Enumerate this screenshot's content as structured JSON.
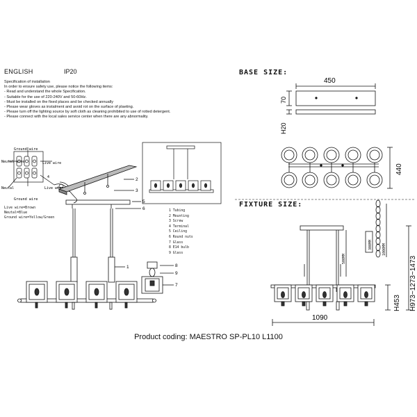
{
  "header": {
    "language": "ENGLISH",
    "ip_rating": "IP20"
  },
  "spec": {
    "lines": [
      "Specification of installation",
      "In order to ensure safety use, please notice the following items:",
      "- Read and understand the whole Specification.",
      "- Suitable for the use of 220-240V and 50-60Hz.",
      "- Must be installed on the fixed places and be checked annually",
      "- Please wear gloves as instalment and avoid rot on the surface of plaeting.",
      "- Please turn off the lighting source by soft cloth as cleaning prohibited to use of rotted detergent.",
      "- Please connect with the local sales service center when there are any abnormality."
    ]
  },
  "wiring": {
    "ground_wire_top": "Ground wire",
    "neutral_wire": "Neutal wire",
    "live_wire": "Live wire",
    "neutral_short": "Neutal",
    "ground_wire_bottom": "Ground wire",
    "legend": [
      "Live wire=Brown",
      "Neutal=Blue",
      "Ground wire=Yellow/Green"
    ]
  },
  "callouts": {
    "main": [
      "1",
      "2",
      "3",
      "4",
      "5",
      "6"
    ],
    "glass": [
      "8",
      "9",
      "7"
    ]
  },
  "parts_list": [
    "1 Tubing",
    "2 Mounting",
    "3 Screw",
    "4 Terminal",
    "5 Ceiling",
    "6 Round nuts",
    "7 Glass",
    "8 E14 bulb",
    "9 Glass"
  ],
  "base_size": {
    "title": "BASE SIZE:",
    "width": "450",
    "height_top": "70",
    "height_side": "H20",
    "depth": "440"
  },
  "fixture_size": {
    "title": "FIXTURE SIZE:",
    "rod": "500MM",
    "chain_short": "300MM",
    "chain_long": "1000MM",
    "width": "1090",
    "height_body": "H453",
    "height_range": "H973~1273~1473"
  },
  "footer": {
    "product_coding": "Product coding: MAESTRO SP-PL10 L1100"
  }
}
